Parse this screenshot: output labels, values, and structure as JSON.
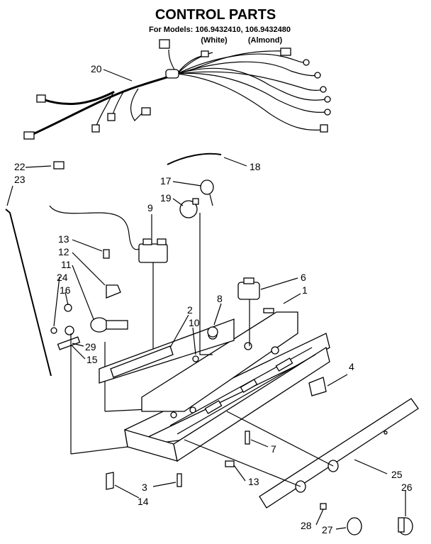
{
  "title": "CONTROL PARTS",
  "models_line": "For Models: 106.9432410, 106.9432480",
  "color_white": "(White)",
  "color_almond": "(Almond)",
  "callouts": [
    "20",
    "22",
    "23",
    "18",
    "17",
    "19",
    "9",
    "13",
    "12",
    "11",
    "24",
    "16",
    "29",
    "15",
    "2",
    "10",
    "8",
    "6",
    "1",
    "4",
    "7",
    "25",
    "26",
    "27",
    "28",
    "3",
    "14",
    "13"
  ]
}
